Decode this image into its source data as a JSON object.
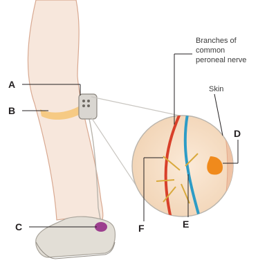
{
  "diagram": {
    "labels": {
      "a": "A",
      "b": "B",
      "c": "C",
      "d": "D",
      "e": "E",
      "f": "F"
    },
    "callout": {
      "branches_line1": "Branches of",
      "branches_line2": "common",
      "branches_line3": "peroneal nerve",
      "skin": "Skin"
    },
    "colors": {
      "leg": "#f7e7dc",
      "leg_outline": "#d8a890",
      "strap": "#f5c67a",
      "shoe": "#e2ded6",
      "heel_sensor": "#9c3f8f",
      "artery": "#d8402a",
      "vein": "#2d9cc6",
      "nerve": "#d9a93c",
      "electrode": "#f08a1c",
      "inset_bg": "#f6dfc6"
    }
  }
}
